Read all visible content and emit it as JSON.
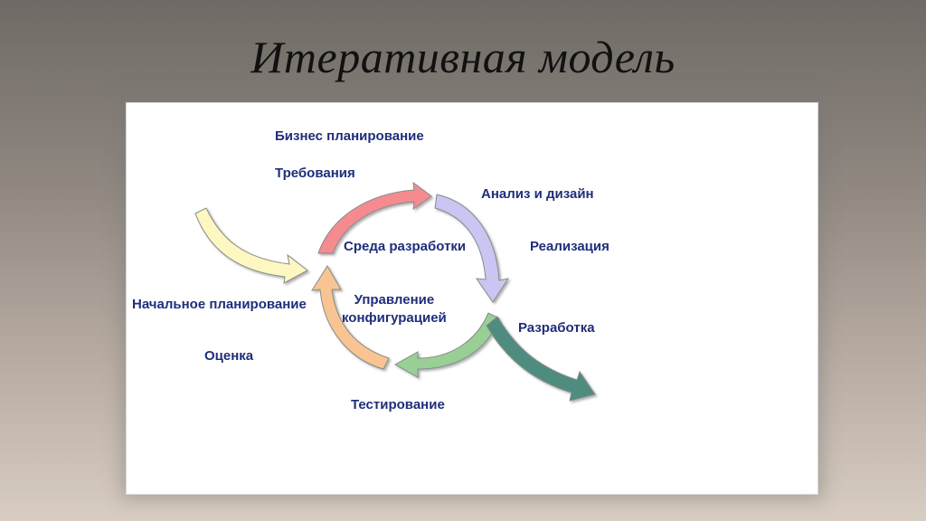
{
  "slide": {
    "title": "Итеративная модель"
  },
  "diagram": {
    "labels": {
      "business_planning": "Бизнес планирование",
      "requirements": "Требования",
      "analysis_design": "Анализ и дизайн",
      "implementation": "Реализация",
      "dev_environment": "Среда разработки",
      "config_management_1": "Управление",
      "config_management_2": "конфигурацией",
      "initial_planning": "Начальное планирование",
      "deployment": "Разработка",
      "evaluation": "Оценка",
      "testing": "Тестирование"
    },
    "arrow_colors": {
      "entry": "#fdf8c2",
      "requirements": "#f58b8f",
      "analysis": "#c9c6f3",
      "testing": "#98cf95",
      "evaluation": "#f8c592",
      "exit": "#4f8c80"
    }
  }
}
